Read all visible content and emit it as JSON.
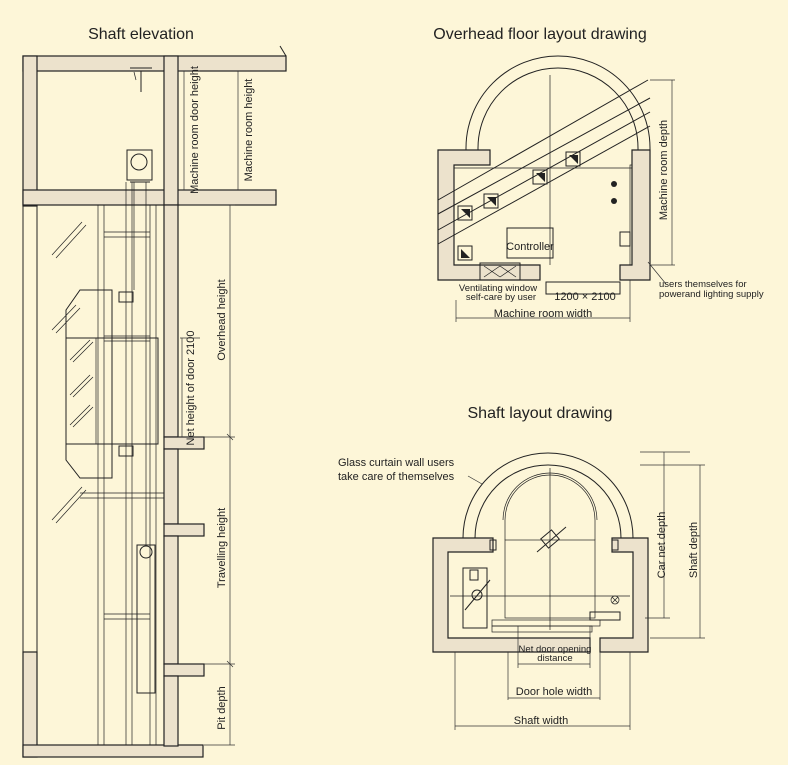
{
  "titles": {
    "shaft_elevation": "Shaft elevation",
    "overhead_floor": "Overhead floor layout drawing",
    "shaft_layout": "Shaft layout drawing"
  },
  "elevation_labels": {
    "machine_room_door_height": "Machine room door height",
    "machine_room_height": "Machine room height",
    "overhead_height": "Overhead height",
    "net_height_of_door": "Net height of door 2100",
    "travelling_height": "Travelling height",
    "pit_depth": "Pit depth"
  },
  "overhead_labels": {
    "controller": "Controller",
    "ventilating_window": "Ventilating window",
    "self_care": "self-care by user",
    "hatch_size": "1200 × 2100",
    "machine_room_width": "Machine room width",
    "machine_room_depth": "Machine room depth",
    "users_supply_1": "users themselves for",
    "users_supply_2": "powerand lighting supply"
  },
  "shaft_labels": {
    "glass_curtain_1": "Glass curtain wall users",
    "glass_curtain_2": "take care of themselves",
    "car_net_depth": "Car net depth",
    "shaft_depth": "Shaft depth",
    "net_door_opening_1": "Net door opening",
    "net_door_opening_2": "distance",
    "door_hole_width": "Door hole width",
    "shaft_width": "Shaft width"
  },
  "colors": {
    "background": "#fdf6d8",
    "wall_fill": "#ece2cc",
    "line": "#222222"
  }
}
